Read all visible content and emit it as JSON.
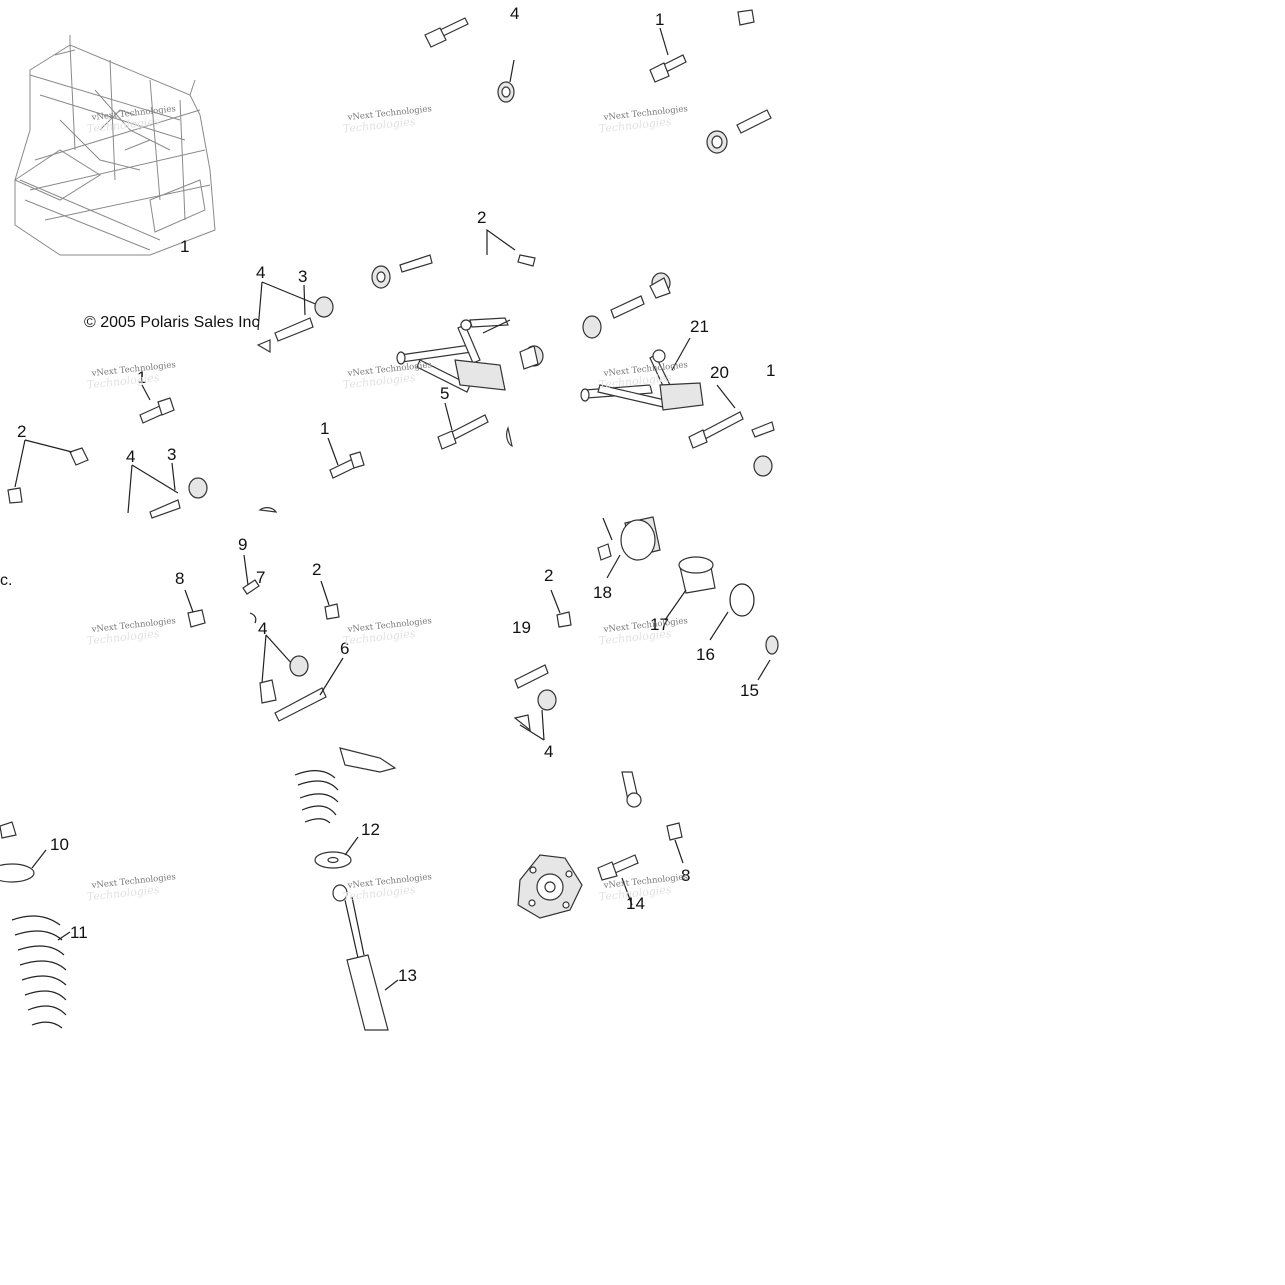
{
  "copyright": "© 2005 Polaris Sales Inc",
  "copyright_fragment": "c.",
  "watermark": "vNext Technologies",
  "watermark_ghost": "Technologies",
  "callouts": [
    {
      "id": "c-4-top",
      "label": "4"
    },
    {
      "id": "c-1-top",
      "label": "1"
    },
    {
      "id": "c-1-frame",
      "label": "1"
    },
    {
      "id": "c-2-top",
      "label": "2"
    },
    {
      "id": "c-4-mid",
      "label": "4"
    },
    {
      "id": "c-3-mid",
      "label": "3"
    },
    {
      "id": "c-21",
      "label": "21"
    },
    {
      "id": "c-20",
      "label": "20"
    },
    {
      "id": "c-1-right",
      "label": "1"
    },
    {
      "id": "c-1-left",
      "label": "1"
    },
    {
      "id": "c-5",
      "label": "5"
    },
    {
      "id": "c-1-center",
      "label": "1"
    },
    {
      "id": "c-2-left",
      "label": "2"
    },
    {
      "id": "c-4-left",
      "label": "4"
    },
    {
      "id": "c-3-left",
      "label": "3"
    },
    {
      "id": "c-9",
      "label": "9"
    },
    {
      "id": "c-7",
      "label": "7"
    },
    {
      "id": "c-8-left",
      "label": "8"
    },
    {
      "id": "c-2-mid",
      "label": "2"
    },
    {
      "id": "c-4-lower",
      "label": "4"
    },
    {
      "id": "c-6",
      "label": "6"
    },
    {
      "id": "c-18",
      "label": "18"
    },
    {
      "id": "c-2-right",
      "label": "2"
    },
    {
      "id": "c-17",
      "label": "17"
    },
    {
      "id": "c-19",
      "label": "19"
    },
    {
      "id": "c-16",
      "label": "16"
    },
    {
      "id": "c-15",
      "label": "15"
    },
    {
      "id": "c-4-bottom",
      "label": "4"
    },
    {
      "id": "c-10",
      "label": "10"
    },
    {
      "id": "c-12",
      "label": "12"
    },
    {
      "id": "c-8-right",
      "label": "8"
    },
    {
      "id": "c-11",
      "label": "11"
    },
    {
      "id": "c-14",
      "label": "14"
    },
    {
      "id": "c-13",
      "label": "13"
    }
  ]
}
